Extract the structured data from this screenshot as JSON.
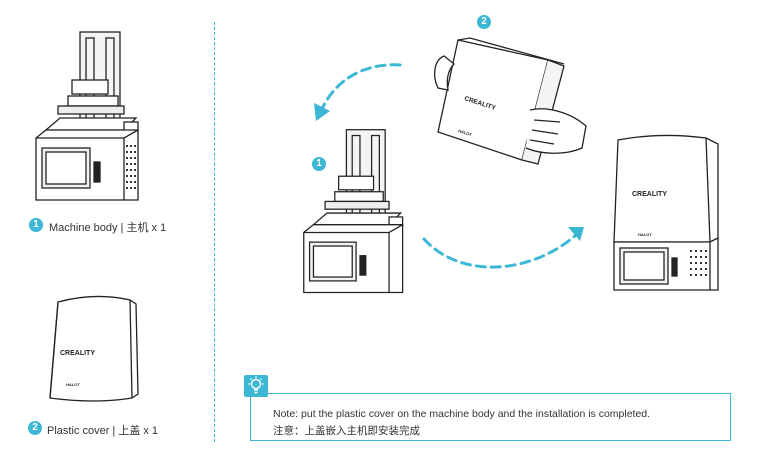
{
  "parts": [
    {
      "number": "1",
      "label": "Machine body | 主机 x 1"
    },
    {
      "number": "2",
      "label": "Plastic cover | 上盖 x 1"
    }
  ],
  "step_badges": {
    "body": "1",
    "cover": "2"
  },
  "brand_text": "CREALITY",
  "model_text": "HALOT",
  "note": {
    "en": "Note: put the plastic cover on the machine body and the installation is completed.",
    "zh": "注意：上盖嵌入主机即安装完成"
  },
  "colors": {
    "accent": "#3db8d4",
    "line": "#222222"
  },
  "icons": {
    "note": "lightbulb-icon"
  }
}
